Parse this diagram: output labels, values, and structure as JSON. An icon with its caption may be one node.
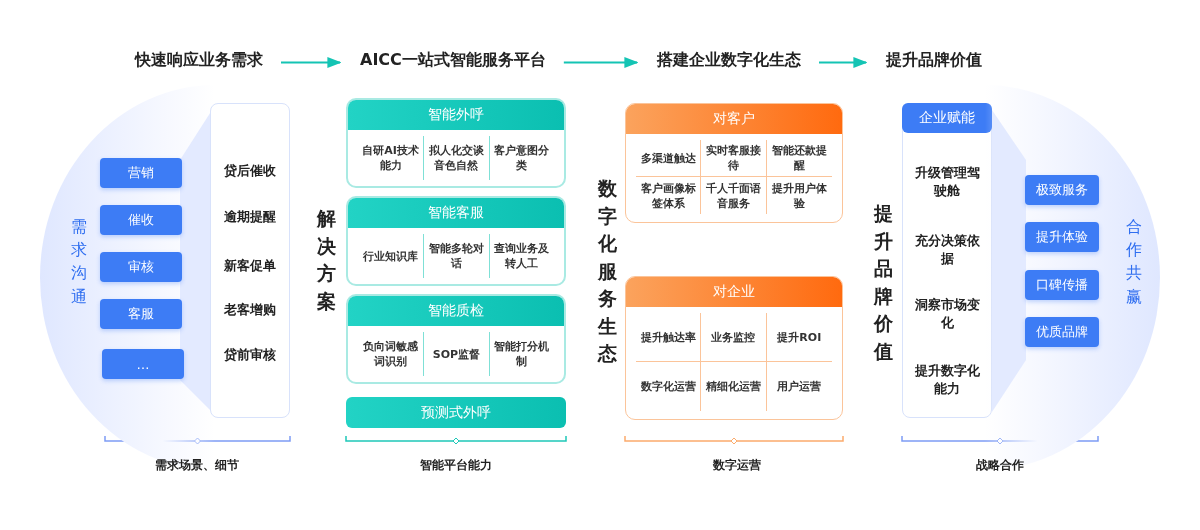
{
  "diagram": {
    "nodes": [
      {
        "text": [
          "快速响应业务需求"
        ]
      },
      {
        "text": [
          "AICC一站式智能服务平台"
        ]
      },
      {
        "text": [
          "搭建企业数字化生态"
        ]
      },
      {
        "text": [
          "提升品牌价值"
        ]
      },
      {
        "text": [
          "需求沟通"
        ]
      },
      {
        "text": [
          "营销"
        ],
        "in": 4
      },
      {
        "text": [
          "催收"
        ],
        "in": 4
      },
      {
        "text": [
          "审核"
        ],
        "in": 4
      },
      {
        "text": [
          "客服"
        ],
        "in": 4
      },
      {
        "text": [
          "…"
        ],
        "in": 4
      },
      {
        "text": [
          "贷后催收",
          "逾期提醒",
          "新客促单",
          "老客增购",
          "贷前审核"
        ]
      },
      {
        "text": [
          "智能外呼",
          "自研AI技术能力",
          "拟人化交谈音色自然",
          "客户意图分类"
        ]
      },
      {
        "text": [
          "智能客服",
          "行业知识库",
          "智能多轮对话",
          "查询业务及转人工"
        ]
      },
      {
        "text": [
          "智能质检",
          "负向词敏感词识别",
          "SOP监督",
          "智能打分机制"
        ]
      },
      {
        "text": [
          "预测式外呼"
        ]
      },
      {
        "text": [
          "对客户",
          "多渠道触达",
          "实时客服接待",
          "智能还款提醒",
          "客户画像标签体系",
          "千人千面语音服务",
          "提升用户体验"
        ]
      },
      {
        "text": [
          "对企业",
          "提升触达率",
          "业务监控",
          "提升ROI",
          "数字化运营",
          "精细化运营",
          "用户运营"
        ]
      },
      {
        "text": [
          "企业赋能",
          "升级管理驾驶舱",
          "充分决策依据",
          "洞察市场变化",
          "提升数字化能力"
        ]
      },
      {
        "text": [
          "合作共赢"
        ]
      },
      {
        "text": [
          "极致服务"
        ],
        "in": 18
      },
      {
        "text": [
          "提升体验"
        ],
        "in": 18
      },
      {
        "text": [
          "口碑传播"
        ],
        "in": 18
      },
      {
        "text": [
          "优质品牌"
        ],
        "in": 18
      }
    ],
    "edges": [
      {
        "from": 0,
        "to": 1,
        "arrow": "to"
      },
      {
        "from": 1,
        "to": 2,
        "arrow": "to"
      },
      {
        "from": 2,
        "to": 3,
        "arrow": "to"
      }
    ],
    "labels": [
      "解决方案",
      "数字化服务生态",
      "提升品牌价值",
      "需求场景、细节",
      "智能平台能力",
      "数字运营",
      "战略合作"
    ]
  }
}
